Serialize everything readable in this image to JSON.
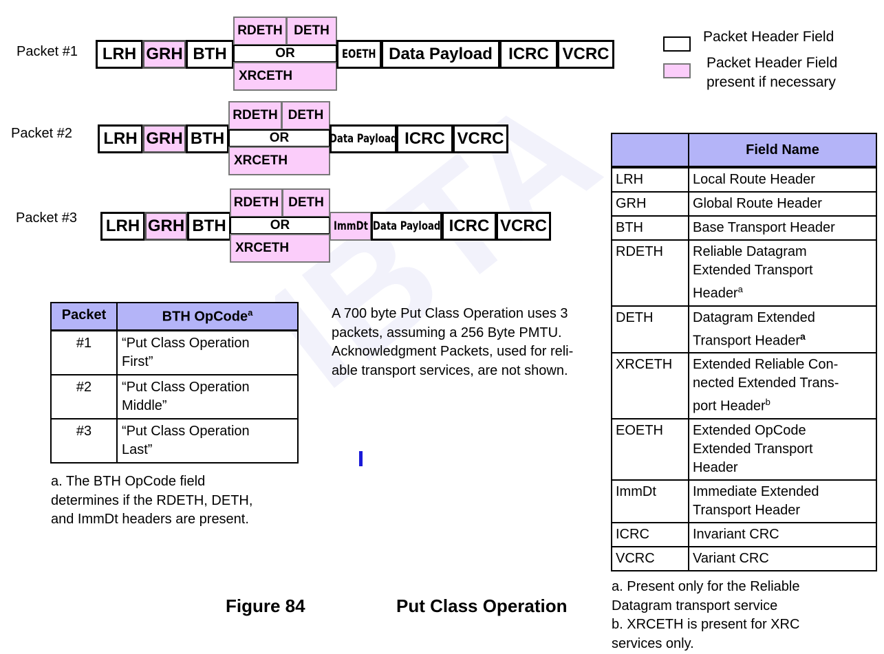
{
  "packets": [
    {
      "label": "Packet #1"
    },
    {
      "label": "Packet #2"
    },
    {
      "label": "Packet #3"
    }
  ],
  "fields": {
    "lrh": "LRH",
    "grh": "GRH",
    "bth": "BTH",
    "rdeth": "RDETH",
    "deth": "DETH",
    "or": "OR",
    "xrceth": "XRCETH",
    "eoeth": "EOETH",
    "immdt": "ImmDt",
    "data_payload": "Data Payload",
    "icrc": "ICRC",
    "vcrc": "VCRC"
  },
  "legend": {
    "header_field": "Packet Header Field",
    "optional_line1": "Packet Header Field",
    "optional_line2": "present if necessary"
  },
  "watermark": "IBTA",
  "opcode_table": {
    "col_packet": "Packet",
    "col_opcode": "BTH OpCode",
    "col_opcode_sup": "a",
    "rows": [
      {
        "packet": "#1",
        "opcode_1": "“Put Class Operation",
        "opcode_2": "First”"
      },
      {
        "packet": "#2",
        "opcode_1": "“Put Class Operation",
        "opcode_2": "Middle”"
      },
      {
        "packet": "#3",
        "opcode_1": "“Put Class Operation",
        "opcode_2": "Last”"
      }
    ],
    "footnote_lines": [
      "a. The BTH OpCode field",
      "determines if the RDETH, DETH,",
      "and ImmDt headers are present."
    ]
  },
  "description_lines": [
    "A 700 byte Put Class Operation uses 3",
    "packets, assuming a 256 Byte PMTU.",
    "Acknowledgment Packets, used for reli-",
    "able transport services, are not shown."
  ],
  "field_table": {
    "col_abbrev": "",
    "col_name": "Field Name",
    "rows": [
      {
        "abbrev": "LRH",
        "name": [
          "Local Route Header"
        ],
        "sup": ""
      },
      {
        "abbrev": "GRH",
        "name": [
          "Global Route Header"
        ],
        "sup": ""
      },
      {
        "abbrev": "BTH",
        "name": [
          "Base Transport Header"
        ],
        "sup": ""
      },
      {
        "abbrev": "RDETH",
        "name": [
          "Reliable Datagram",
          "Extended Transport",
          "Header"
        ],
        "sup": "a"
      },
      {
        "abbrev": "DETH",
        "name": [
          "Datagram Extended",
          "Transport Header"
        ],
        "sup": "a"
      },
      {
        "abbrev": "XRCETH",
        "name": [
          "Extended Reliable Con-",
          "nected Extended Trans-",
          "port Header"
        ],
        "sup": "b"
      },
      {
        "abbrev": "EOETH",
        "name": [
          "Extended OpCode",
          "Extended Transport",
          "Header"
        ],
        "sup": ""
      },
      {
        "abbrev": "ImmDt",
        "name": [
          "Immediate Extended",
          "Transport Header"
        ],
        "sup": ""
      },
      {
        "abbrev": "ICRC",
        "name": [
          "Invariant CRC"
        ],
        "sup": ""
      },
      {
        "abbrev": "VCRC",
        "name": [
          "Variant CRC"
        ],
        "sup": ""
      }
    ],
    "footnote_lines": [
      "a. Present only for the Reliable",
      "Datagram transport service",
      "b. XRCETH is present for XRC",
      "services only."
    ]
  },
  "caption": {
    "number": "Figure 84",
    "title": "Put Class Operation"
  }
}
